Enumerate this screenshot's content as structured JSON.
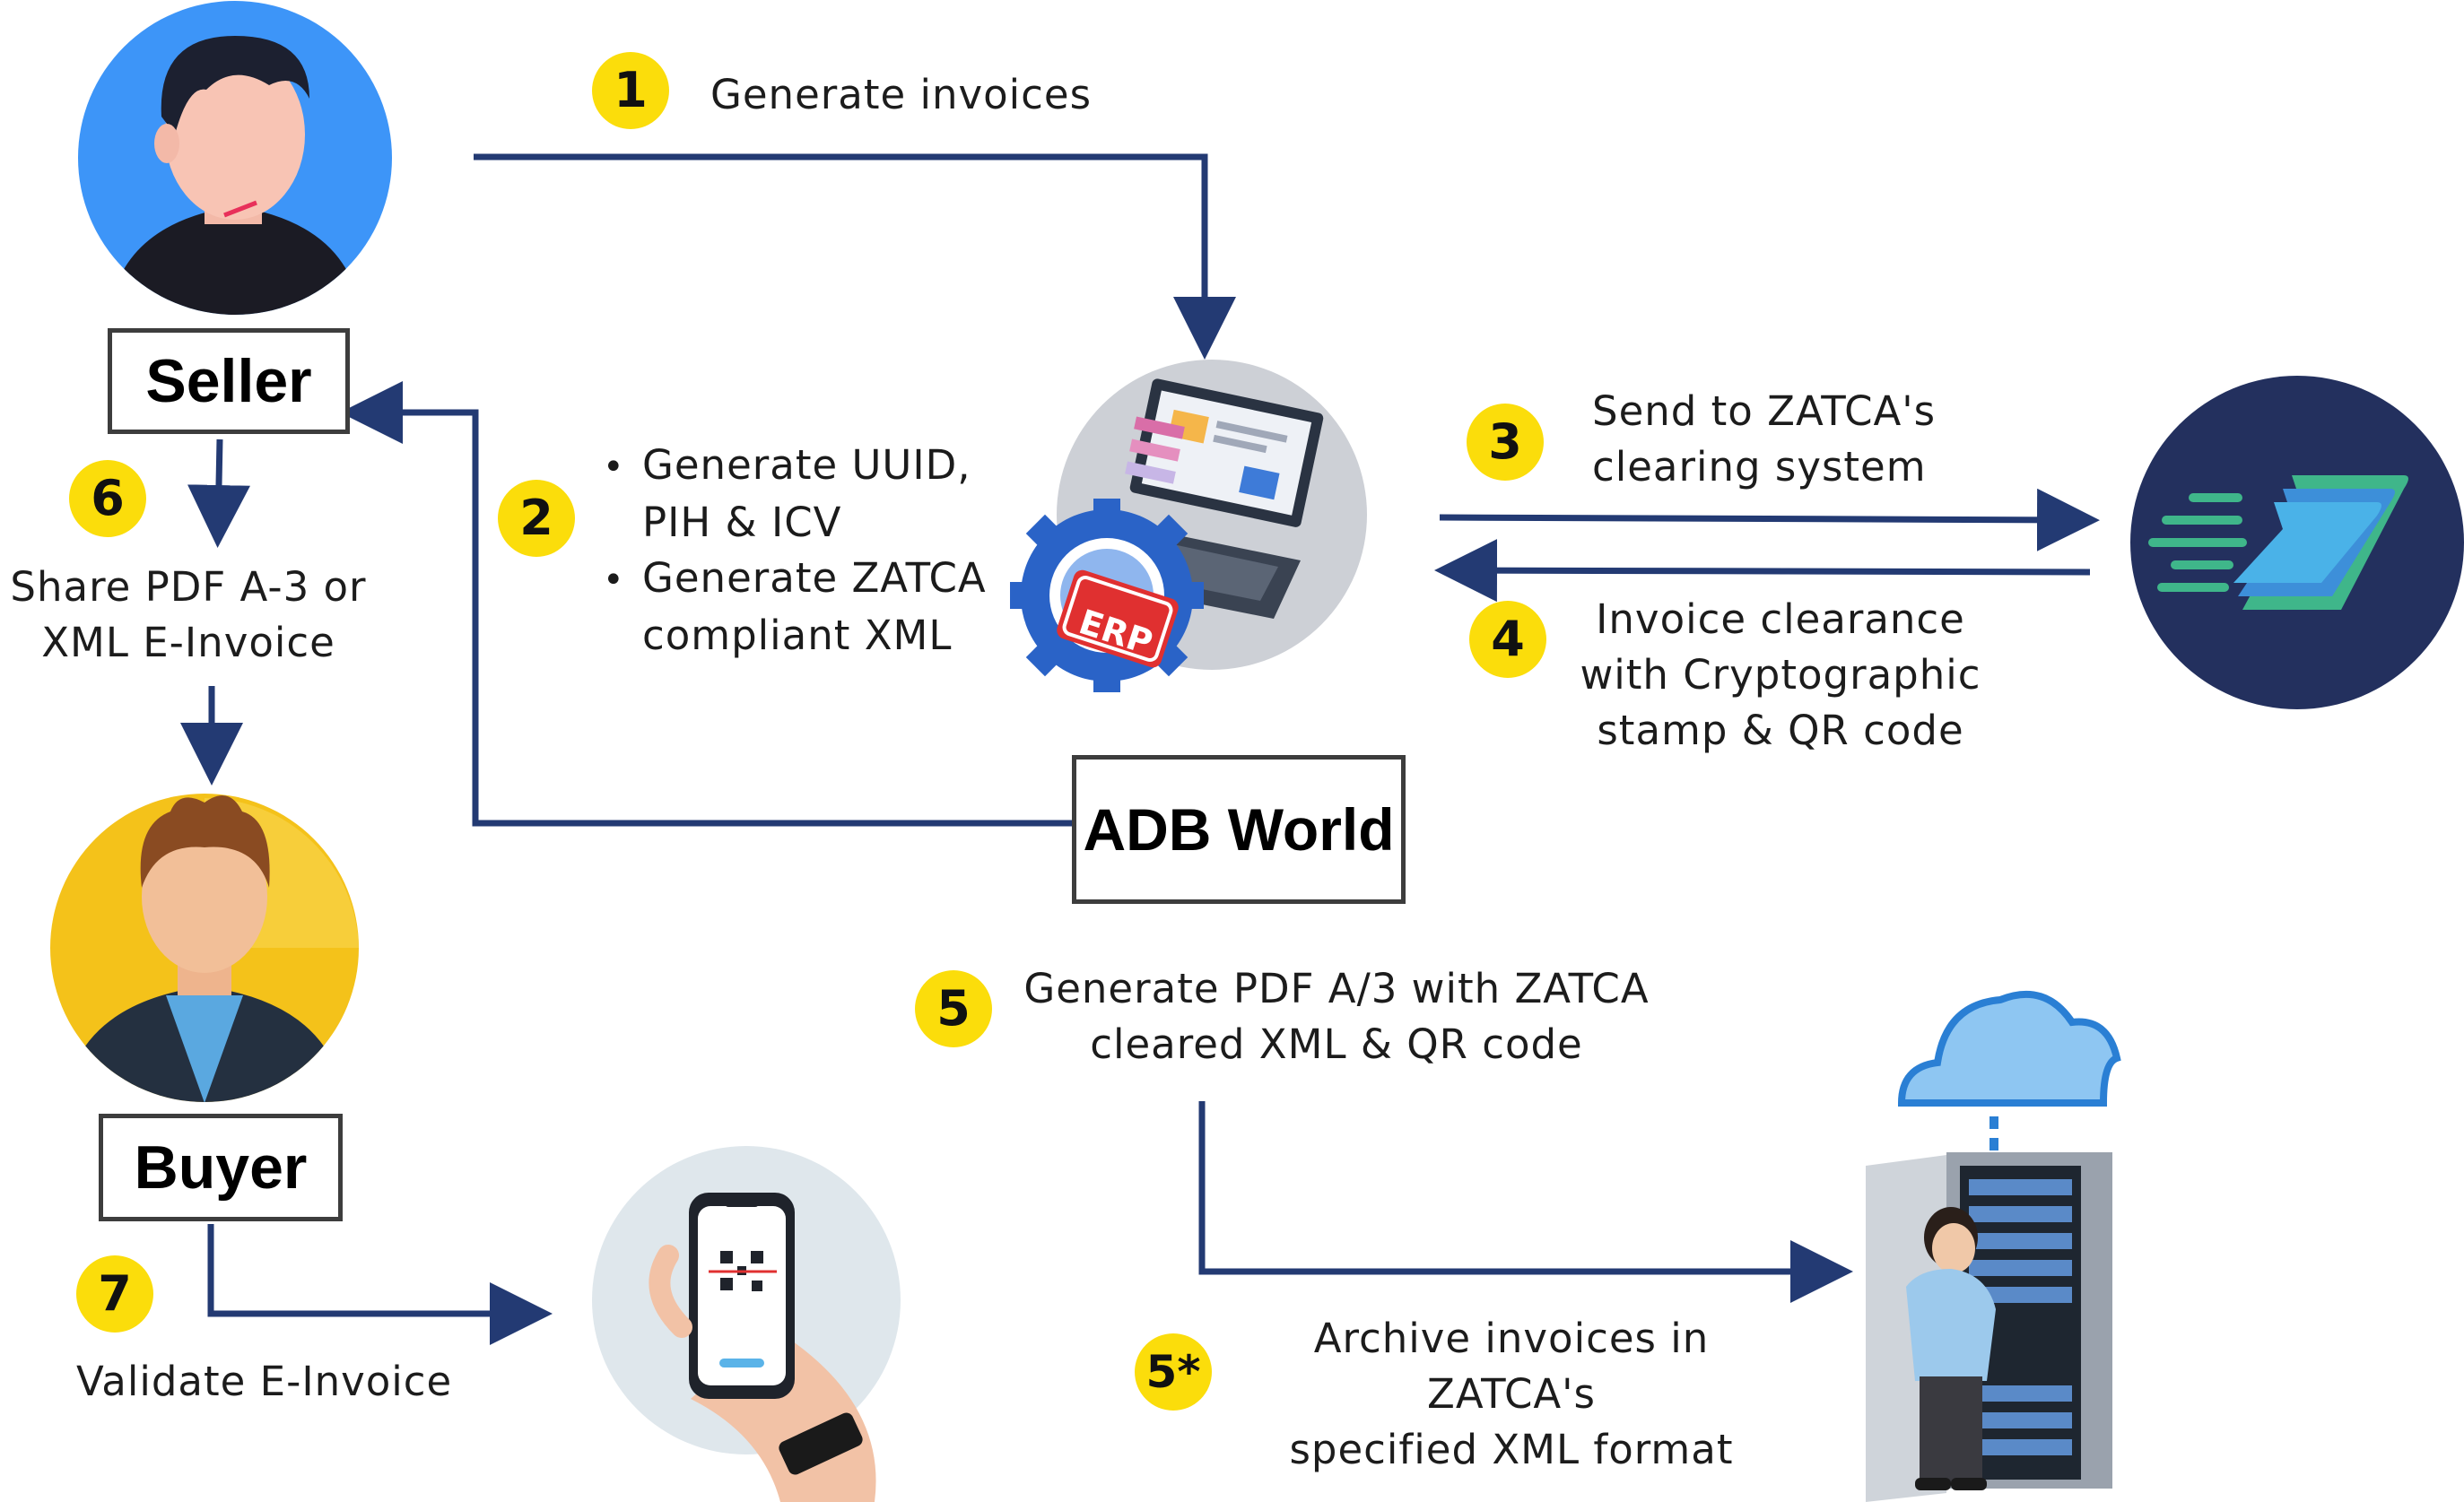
{
  "actors": {
    "seller": "Seller",
    "buyer": "Buyer",
    "system": "ADB World"
  },
  "steps": [
    {
      "badge": "1",
      "text": "Generate invoices"
    },
    {
      "badge": "2",
      "bullets": [
        "Generate UUID,",
        "PIH & ICV",
        "Generate ZATCA",
        "compliant XML"
      ]
    },
    {
      "badge": "3",
      "lines": [
        "Send to ZATCA's",
        "clearing system"
      ]
    },
    {
      "badge": "4",
      "lines": [
        "Invoice clearance",
        "with Cryptographic",
        "stamp & QR code"
      ]
    },
    {
      "badge": "5",
      "lines": [
        "Generate PDF A/3 with ZATCA",
        "cleared XML & QR code"
      ]
    },
    {
      "badge": "5*",
      "lines": [
        "Archive invoices in ZATCA's",
        "specified XML format"
      ]
    },
    {
      "badge": "6",
      "lines": [
        "Share PDF A-3 or",
        "XML E-Invoice"
      ]
    },
    {
      "badge": "7",
      "text": "Validate E-Invoice"
    }
  ],
  "illustrations": {
    "erp_badge_text": "ERP"
  },
  "colors": {
    "arrow": "#233a73",
    "badge": "#fbdd0b",
    "seller_bg": "#3d95f8",
    "buyer_bg": "#f4c21a",
    "zatca_bg": "#23305e",
    "erp_gear": "#2a63c7",
    "erp_tag": "#e03030",
    "cloud": "#8ec6f2"
  },
  "icons": [
    "seller-avatar-icon",
    "buyer-avatar-icon",
    "erp-laptop-icon",
    "zatca-logo-icon",
    "phone-qr-icon",
    "cloud-server-icon"
  ]
}
